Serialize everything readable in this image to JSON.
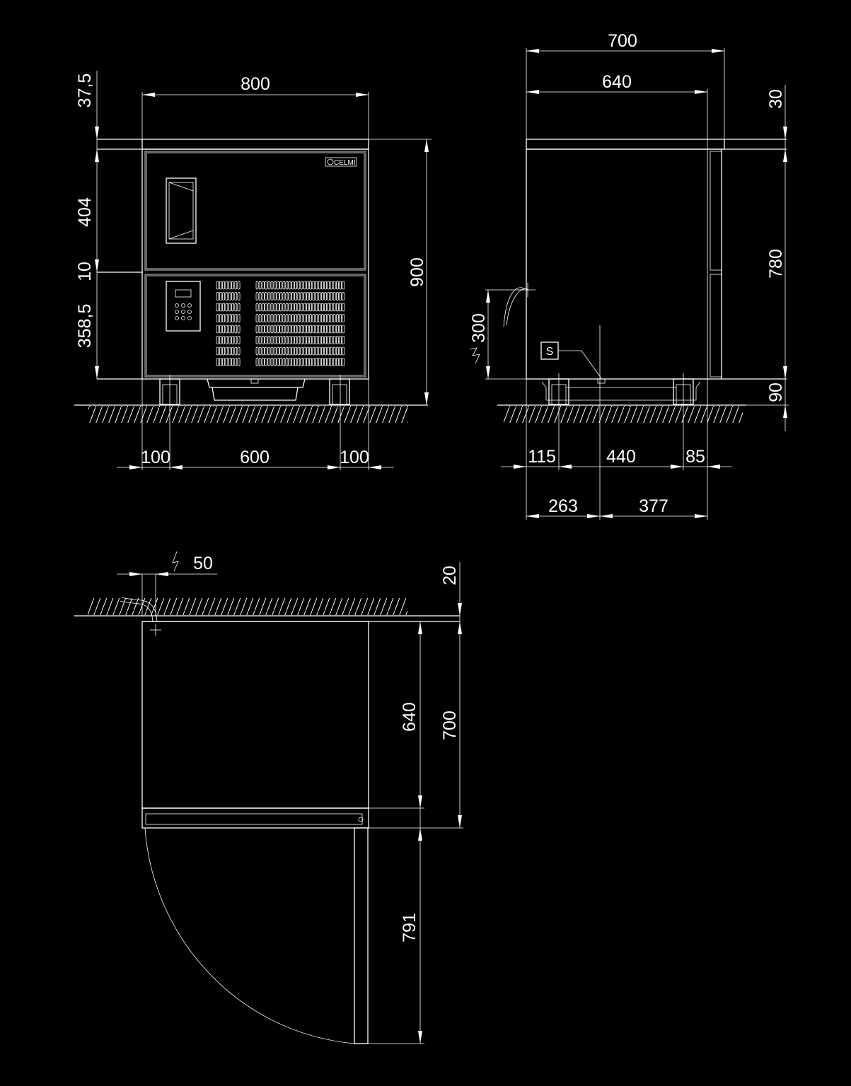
{
  "front_view": {
    "width_top": "800",
    "h_top_edge": "37,5",
    "h_upper_door": "404",
    "h_gap": "10",
    "h_lower_panel": "358,5",
    "h_total": "900",
    "base_left": "100",
    "base_center": "600",
    "base_right": "100",
    "logo_text": "CELMI"
  },
  "side_view": {
    "depth_total": "700",
    "depth_body": "640",
    "h_top_edge": "30",
    "h_body": "780",
    "h_legs": "90",
    "cable_height": "300",
    "sensor_label": "S",
    "base_a": "115",
    "base_b": "440",
    "base_c": "85",
    "base_d": "263",
    "base_e": "377"
  },
  "top_view": {
    "cable_offset": "50",
    "wall_gap": "20",
    "depth_body": "640",
    "depth_total": "700",
    "door_swing": "791"
  }
}
